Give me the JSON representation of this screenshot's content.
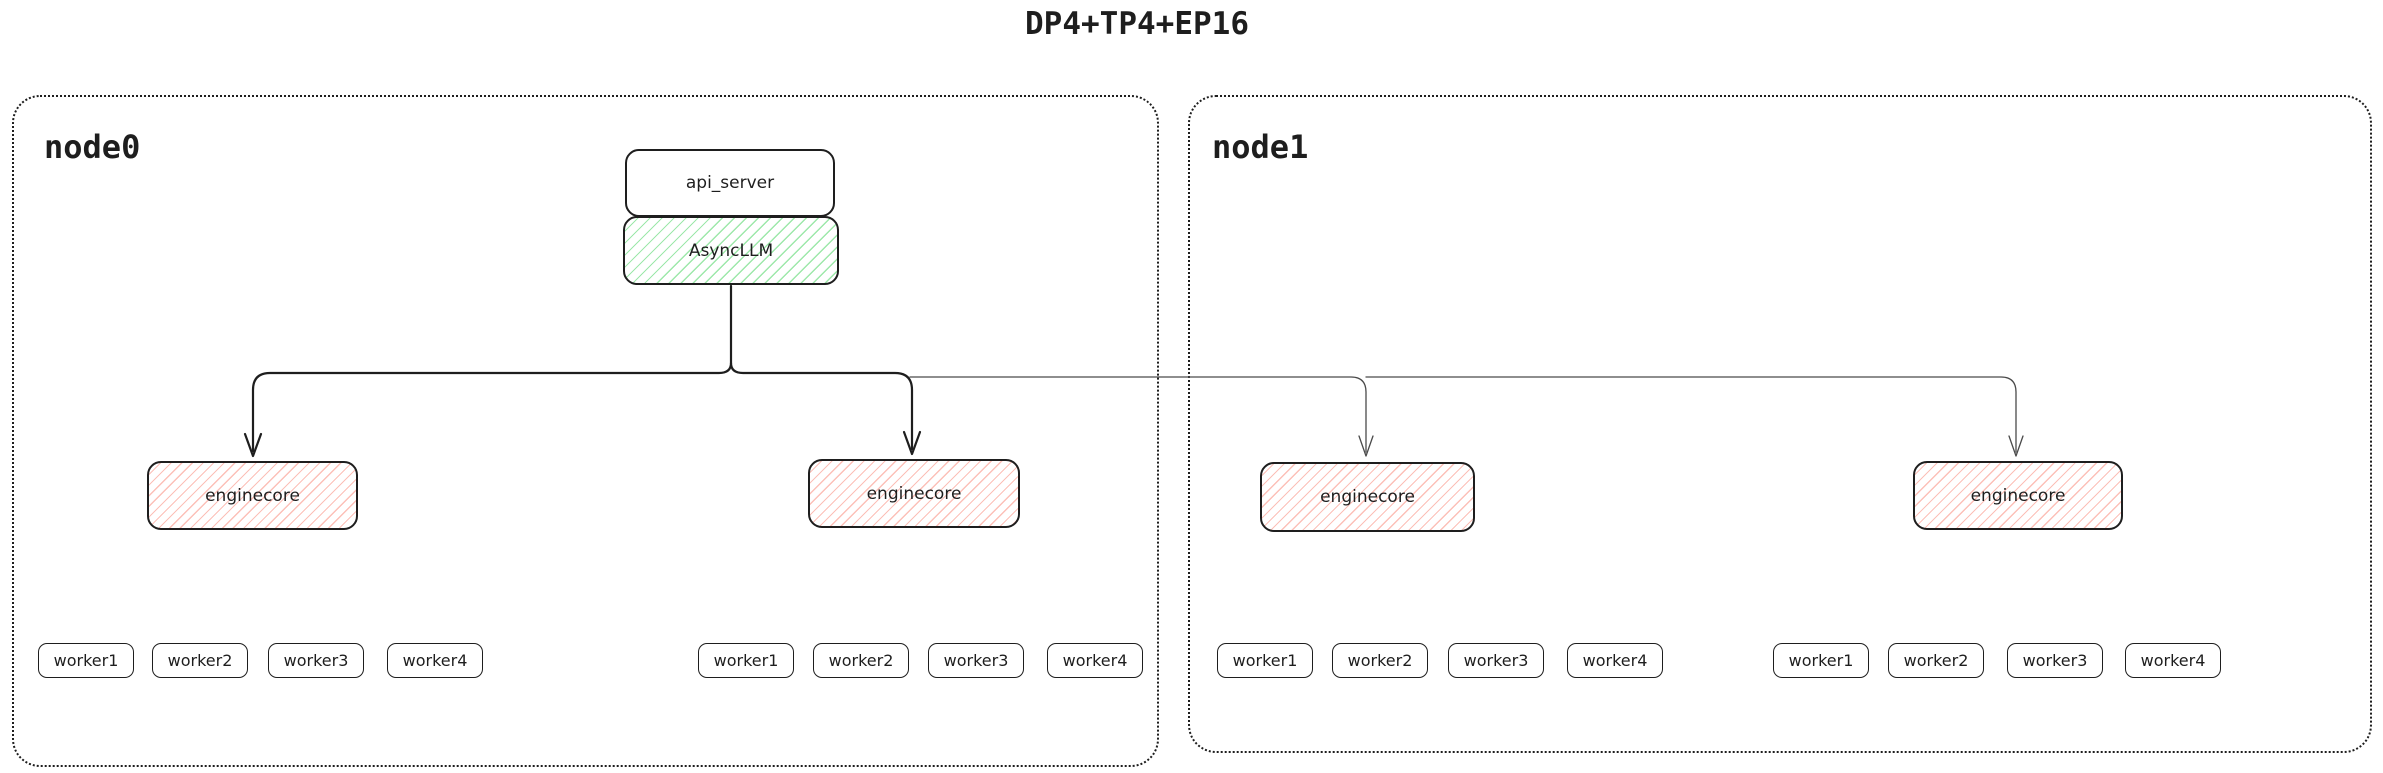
{
  "diagram_title": "DP4+TP4+EP16",
  "nodes": [
    {
      "label": "node0",
      "api_server_label": "api_server",
      "asyncllm_label": "AsyncLLM",
      "enginecores": [
        {
          "label": "enginecore",
          "workers": [
            "worker1",
            "worker2",
            "worker3",
            "worker4"
          ]
        },
        {
          "label": "enginecore",
          "workers": [
            "worker1",
            "worker2",
            "worker3",
            "worker4"
          ]
        }
      ]
    },
    {
      "label": "node1",
      "enginecores": [
        {
          "label": "enginecore",
          "workers": [
            "worker1",
            "worker2",
            "worker3",
            "worker4"
          ]
        },
        {
          "label": "enginecore",
          "workers": [
            "worker1",
            "worker2",
            "worker3",
            "worker4"
          ]
        }
      ]
    }
  ],
  "colors": {
    "stroke": "#1e1e1e",
    "node1_arrow_stroke": "#4a4a4a",
    "asyncllm_hatch": "#69db7c",
    "enginecore_hatch": "#fa8c7d",
    "background": "#ffffff"
  }
}
